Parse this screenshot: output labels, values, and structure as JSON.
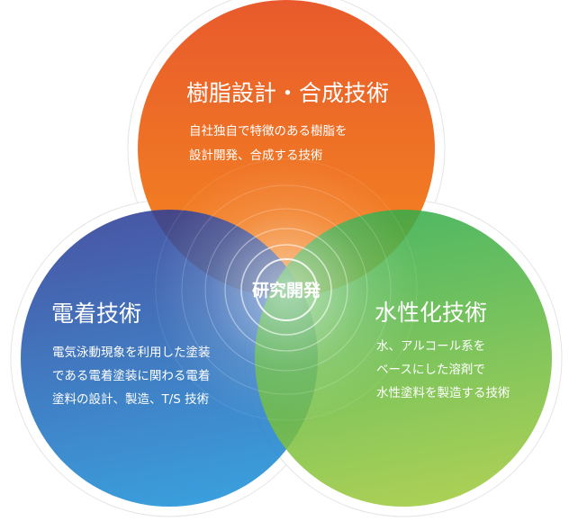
{
  "top": {
    "title": "樹脂設計・合成技術",
    "desc": [
      "自社独自で特徴のある樹脂を",
      "設計開発、合成する技術"
    ],
    "color_from": "#f5891f",
    "color_to": "#e85a2c"
  },
  "left": {
    "title": "電着技術",
    "desc": [
      "電気泳動現象を利用した塗装",
      "である電着塗装に関わる電着",
      "塗料の設計、製造、T/S 技術"
    ],
    "color_from": "#2a3a96",
    "color_to": "#1a8ed6"
  },
  "right": {
    "title": "水性化技術",
    "desc": [
      "水、アルコール系を",
      "ベースにした溶剤で",
      "水性塗料を製造する技術"
    ],
    "color_from": "#2fab4a",
    "color_to": "#9cc83a"
  },
  "center": {
    "label": "研究開発"
  }
}
